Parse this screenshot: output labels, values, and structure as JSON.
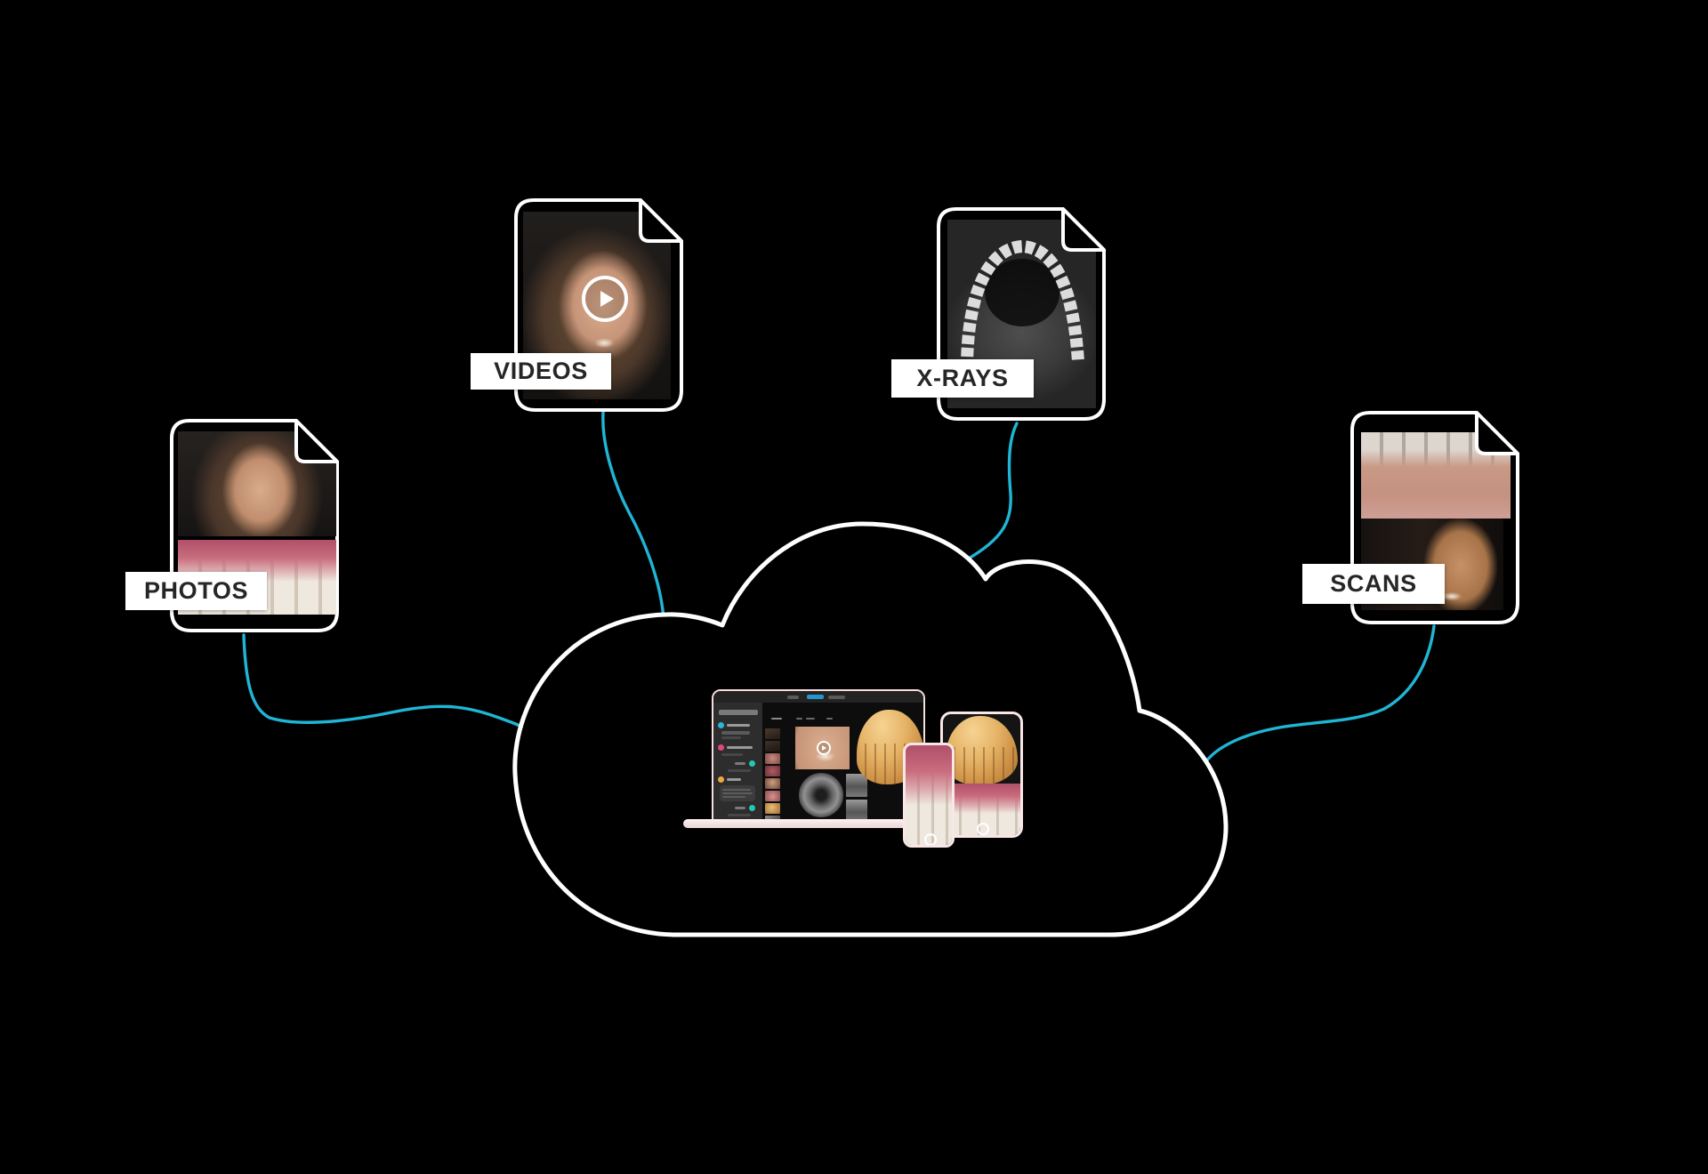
{
  "illustration": {
    "background_color": "#000000",
    "cloud": {
      "stroke_color": "#ffffff",
      "stroke_width": 5
    },
    "connector_color": "#1fb6d5",
    "cards": [
      {
        "id": "photos",
        "label": "PHOTOS",
        "content": "patient portrait photo and intraoral teeth photo"
      },
      {
        "id": "videos",
        "label": "VIDEOS",
        "content": "patient smile video with play button"
      },
      {
        "id": "xrays",
        "label": "X-RAYS",
        "content": "CBCT axial dental arch x-ray"
      },
      {
        "id": "scans",
        "label": "SCANS",
        "content": "3D palatal scan and 3D face scan"
      }
    ],
    "icons": {
      "play": "play-icon",
      "marker": "circle-marker-icon"
    },
    "devices": {
      "laptop": {
        "active_tab_color": "#2496cb"
      },
      "gold_model_color": "#d9a45c",
      "border_color": "#f6dede"
    }
  }
}
